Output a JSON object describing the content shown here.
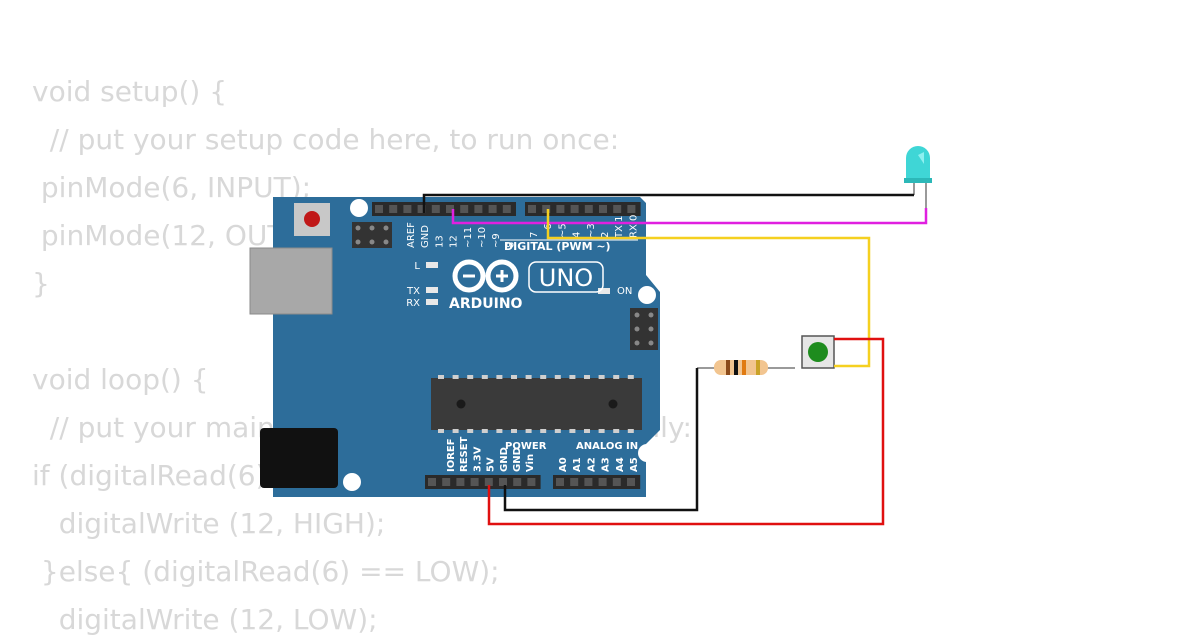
{
  "code": {
    "lines": [
      "void setup() {",
      "  // put your setup code here, to run once:",
      " pinMode(6, INPUT);",
      " pinMode(12, OUTPUT);",
      "}",
      "",
      "void loop() {",
      "  // put your main code here, to run repeatedly:",
      "if (digitalRead(6) == HIGH) {",
      "   digitalWrite (12, HIGH);",
      " }else{ (digitalRead(6) == LOW);",
      "   digitalWrite (12, LOW);"
    ]
  },
  "board": {
    "model": "UNO",
    "brand": "ARDUINO",
    "digital_label": "DIGITAL (PWM ~)",
    "power_label": "POWER",
    "analog_label": "ANALOG IN",
    "on_label": "ON",
    "led_l": "L",
    "led_tx": "TX",
    "led_rx": "RX",
    "top_pins": {
      "left": [
        "AREF",
        "GND",
        "13",
        "12",
        "~11",
        "~10",
        "~9",
        "8"
      ],
      "right": [
        "7",
        "~6",
        "~5",
        "4",
        "~3",
        "2",
        "TX 1",
        "RX 0"
      ]
    },
    "power_pins": [
      "IOREF",
      "RESET",
      "3.3V",
      "5V",
      "GND",
      "GND",
      "Vin"
    ],
    "analog_pins": [
      "A0",
      "A1",
      "A2",
      "A3",
      "A4",
      "A5"
    ],
    "color": "#2d6d9a"
  },
  "components": {
    "led_color": "#3fd6d6",
    "button_cap_color": "#1e8c1e",
    "wire_colors": {
      "black": "#111111",
      "magenta": "#e020e0",
      "yellow": "#f5d020",
      "red": "#e01010"
    }
  }
}
